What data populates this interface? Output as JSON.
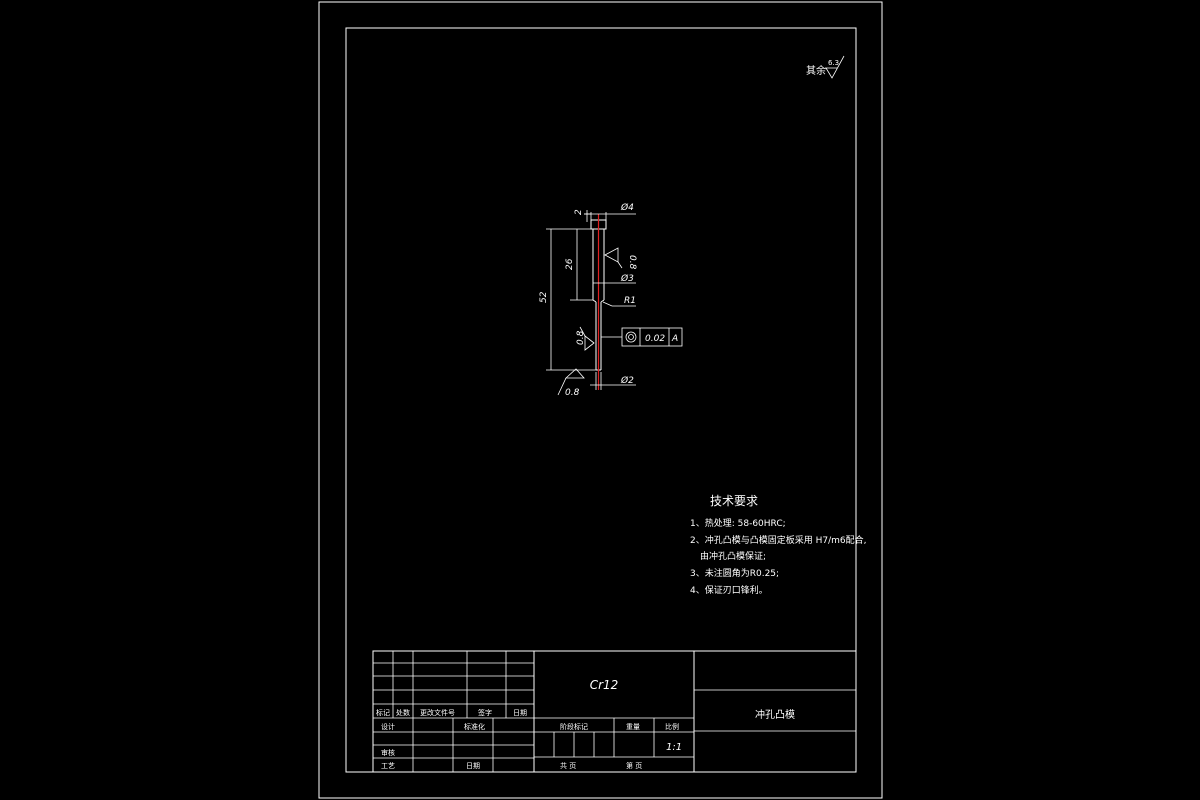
{
  "roughness_note": {
    "label": "其余",
    "value": "6.3"
  },
  "dimensions": {
    "top_length": "2",
    "dia_head": "Ø4",
    "length_26": "26",
    "length_52": "52",
    "dia_mid": "Ø3",
    "radius": "R1",
    "dia_tip": "Ø2",
    "roughness_right": "0.8",
    "roughness_left": "0.8",
    "roughness_bottom": "0.8"
  },
  "tolerance_frame": {
    "symbol": "◎",
    "value": "0.02",
    "datum": "A"
  },
  "tech_requirements": {
    "title": "技术要求",
    "items": [
      "1、热处理: 58-60HRC;",
      "2、冲孔凸模与凸模固定板采用 H7/m6配合,",
      "由冲孔凸模保证;",
      "3、未注圆角为R0.25;",
      "4、保证刃口锋利。"
    ]
  },
  "title_block": {
    "material": "Cr12",
    "part_name": "冲孔凸模",
    "scale_label": "比例",
    "scale_value": "1:1",
    "stage_label": "阶段标记",
    "weight_label": "重量",
    "headers": [
      "标记",
      "处数",
      "更改文件号",
      "签字",
      "日期"
    ],
    "design_label": "设计",
    "standard_label": "标准化",
    "review_label": "审核",
    "process_label": "工艺",
    "date_label": "日期",
    "sheets_total": "共   页",
    "sheet_no": "第   页"
  }
}
